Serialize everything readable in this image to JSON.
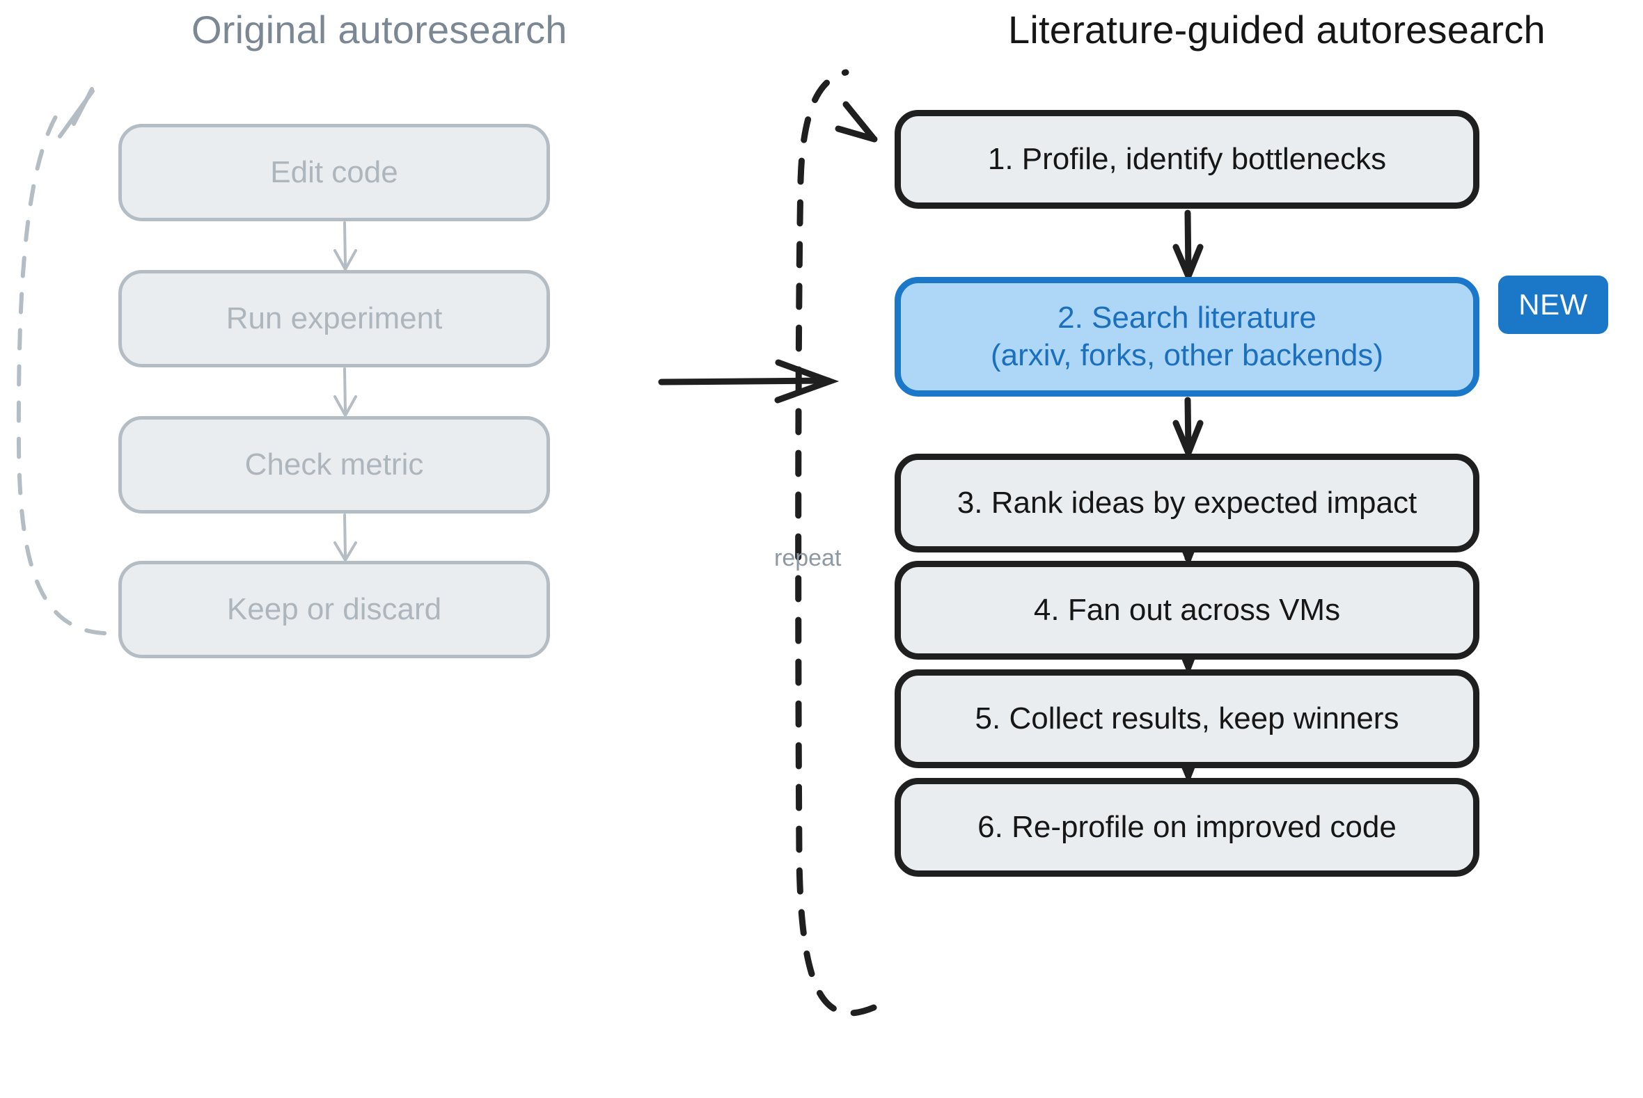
{
  "figure": {
    "type": "flowchart",
    "background": "#ffffff",
    "columns": [
      {
        "id": "original",
        "title": "Original autoresearch",
        "state": "faded",
        "title_color": "#7b8793",
        "node_fill": "#e9edf0",
        "node_stroke": "#b4bcc4",
        "node_text_color": "#adb5bd",
        "loop_label": "",
        "nodes": [
          {
            "id": "l1",
            "label": "Edit code"
          },
          {
            "id": "l2",
            "label": "Run experiment"
          },
          {
            "id": "l3",
            "label": "Check metric"
          },
          {
            "id": "l4",
            "label": "Keep or discard"
          }
        ]
      },
      {
        "id": "literature-guided",
        "title": "Literature-guided autoresearch",
        "state": "active",
        "title_color": "#161616",
        "node_fill": "#e9edf0",
        "node_stroke": "#1f1f1f",
        "node_text_color": "#161616",
        "highlight_fill": "#aed6f7",
        "highlight_stroke": "#1b78c8",
        "highlight_text_color": "#1b6fbf",
        "loop_label": "repeat",
        "loop_label_color": "#8d98a2",
        "nodes": [
          {
            "id": "r1",
            "label": "1. Profile, identify bottlenecks",
            "highlight": false
          },
          {
            "id": "r2",
            "label": "2. Search literature\n(arxiv, forks, other backends)",
            "highlight": true,
            "badge": "NEW"
          },
          {
            "id": "r3",
            "label": "3. Rank ideas by expected impact",
            "highlight": false
          },
          {
            "id": "r4",
            "label": "4. Fan out across VMs",
            "highlight": false
          },
          {
            "id": "r5",
            "label": "5. Collect results, keep winners",
            "highlight": false
          },
          {
            "id": "r6",
            "label": "6. Re-profile on improved code",
            "highlight": false
          }
        ]
      }
    ],
    "badge": {
      "text": "NEW",
      "fill": "#1b78c8",
      "text_color": "#ffffff"
    },
    "transition_arrow": {
      "from": "original",
      "to": "literature-guided",
      "style": "solid",
      "color": "#1f1f1f"
    },
    "loop_arrows": [
      {
        "column": "original",
        "style": "dashed",
        "color": "#b4bcc4",
        "from_node": "l4",
        "to_node": "l1"
      },
      {
        "column": "literature-guided",
        "style": "dashed",
        "color": "#1f1f1f",
        "from_node": "r6",
        "to_node": "r1",
        "label": "repeat"
      }
    ]
  }
}
